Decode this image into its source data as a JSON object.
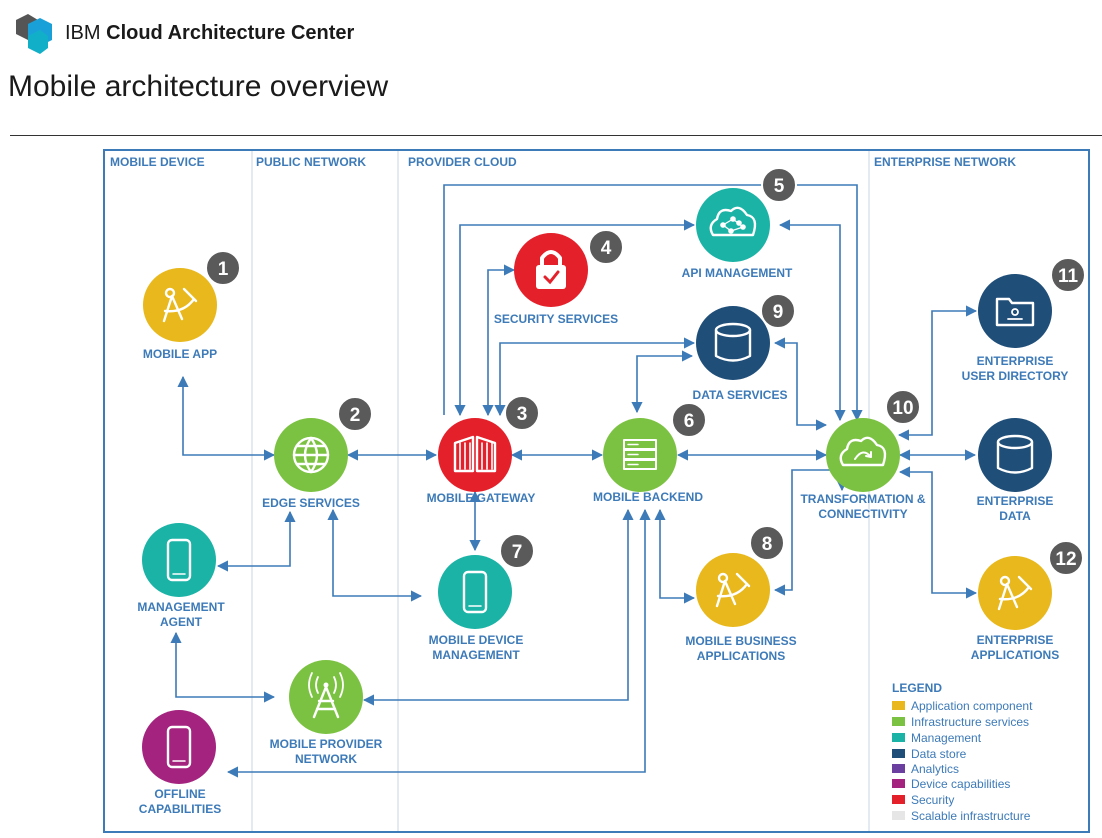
{
  "header": {
    "brand_prefix": "IBM",
    "brand_name": "Cloud Architecture Center",
    "title": "Mobile architecture overview"
  },
  "zones": [
    {
      "label": "MOBILE DEVICE"
    },
    {
      "label": "PUBLIC NETWORK"
    },
    {
      "label": "PROVIDER CLOUD"
    },
    {
      "label": "ENTERPRISE NETWORK"
    }
  ],
  "components": {
    "mobile_app": {
      "number": "1",
      "label": [
        "MOBILE APP"
      ],
      "color": "#e8b81c",
      "icon": "drafting-compass-icon"
    },
    "edge_services": {
      "number": "2",
      "label": [
        "EDGE SERVICES"
      ],
      "color": "#7cc242",
      "icon": "globe-icon"
    },
    "mobile_gateway": {
      "number": "3",
      "label": [
        "MOBILE GATEWAY"
      ],
      "color": "#e4202a",
      "icon": "gate-icon"
    },
    "security_services": {
      "number": "4",
      "label": [
        "SECURITY SERVICES"
      ],
      "color": "#e4202a",
      "icon": "padlock-icon"
    },
    "api_management": {
      "number": "5",
      "label": [
        "API MANAGEMENT"
      ],
      "color": "#1ab3a6",
      "icon": "cloud-network-icon"
    },
    "mobile_backend": {
      "number": "6",
      "label": [
        "MOBILE BACKEND"
      ],
      "color": "#7cc242",
      "icon": "server-rack-icon"
    },
    "mobile_device_management": {
      "number": "7",
      "label": [
        "MOBILE DEVICE",
        "MANAGEMENT"
      ],
      "color": "#1ab3a6",
      "icon": "smartphone-icon"
    },
    "mobile_business_applications": {
      "number": "8",
      "label": [
        "MOBILE BUSINESS",
        "APPLICATIONS"
      ],
      "color": "#e8b81c",
      "icon": "drafting-compass-icon"
    },
    "data_services": {
      "number": "9",
      "label": [
        "DATA SERVICES"
      ],
      "color": "#1f4e79",
      "icon": "database-icon"
    },
    "transformation_connectivity": {
      "number": "10",
      "label": [
        "TRANSFORMATION &",
        "CONNECTIVITY"
      ],
      "color": "#7cc242",
      "icon": "cloud-cycle-icon"
    },
    "enterprise_user_directory": {
      "number": "11",
      "label": [
        "ENTERPRISE",
        "USER DIRECTORY"
      ],
      "color": "#1f4e79",
      "icon": "directory-folder-icon"
    },
    "enterprise_applications": {
      "number": "12",
      "label": [
        "ENTERPRISE",
        "APPLICATIONS"
      ],
      "color": "#e8b81c",
      "icon": "drafting-compass-icon"
    },
    "enterprise_data": {
      "number": "",
      "label": [
        "ENTERPRISE",
        "DATA"
      ],
      "color": "#1f4e79",
      "icon": "database-icon"
    },
    "management_agent": {
      "number": "",
      "label": [
        "MANAGEMENT",
        "AGENT"
      ],
      "color": "#1ab3a6",
      "icon": "smartphone-icon"
    },
    "mobile_provider_network": {
      "number": "",
      "label": [
        "MOBILE PROVIDER",
        "NETWORK"
      ],
      "color": "#7cc242",
      "icon": "cell-tower-icon"
    },
    "offline_capabilities": {
      "number": "",
      "label": [
        "OFFLINE",
        "CAPABILITIES"
      ],
      "color": "#a3237e",
      "icon": "smartphone-icon"
    }
  },
  "legend": {
    "title": "LEGEND",
    "items": [
      {
        "label": "Application component",
        "color": "#e8b81c"
      },
      {
        "label": "Infrastructure services",
        "color": "#7cc242"
      },
      {
        "label": "Management",
        "color": "#1ab3a6"
      },
      {
        "label": "Data store",
        "color": "#1f4e79"
      },
      {
        "label": "Analytics",
        "color": "#6b3fa0"
      },
      {
        "label": "Device capabilities",
        "color": "#a3237e"
      },
      {
        "label": "Security",
        "color": "#e4202a"
      },
      {
        "label": "Scalable infrastructure",
        "color": "#e6e6e6"
      }
    ]
  },
  "colors": {
    "frame": "#3d7ab8",
    "arrow": "#3d7ab8",
    "badge": "#5a5a5a"
  }
}
